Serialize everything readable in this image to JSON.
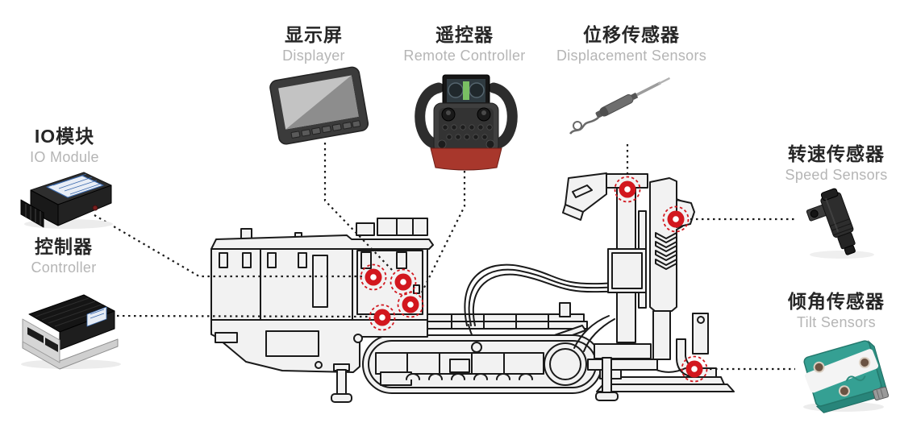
{
  "components": {
    "displayer": {
      "name_zh": "显示屏",
      "name_en": "Displayer"
    },
    "remote_controller": {
      "name_zh": "遥控器",
      "name_en": "Remote Controller"
    },
    "displacement_sensors": {
      "name_zh": "位移传感器",
      "name_en": "Displacement Sensors"
    },
    "io_module": {
      "name_zh": "IO模块",
      "name_en": "IO Module"
    },
    "controller": {
      "name_zh": "控制器",
      "name_en": "Controller"
    },
    "speed_sensors": {
      "name_zh": "转速传感器",
      "name_en": "Speed Sensors"
    },
    "tilt_sensors": {
      "name_zh": "倾角传感器",
      "name_en": "Tilt Sensors"
    }
  },
  "images": {
    "displayer": "display-monitor-photo",
    "remote_controller": "industrial-remote-control-photo",
    "displacement_sensors": "linear-displacement-sensor-photo",
    "io_module": "io-module-photo",
    "controller": "plc-controller-photo",
    "speed_sensors": "speed-sensor-photo",
    "tilt_sensors": "tilt-sensor-photo",
    "machine": "crawler-drilling-rig-line-drawing"
  },
  "colors": {
    "marker_red": "#d2171e",
    "line_art": "#1a1a1a",
    "machine_fill": "#f2f2f2",
    "chinese_label": "#262626",
    "english_label": "#b5b5b5",
    "tilt_sensor_body": "#35a093",
    "remote_base_red": "#a8372c",
    "module_label_blue": "#3a69ad"
  }
}
